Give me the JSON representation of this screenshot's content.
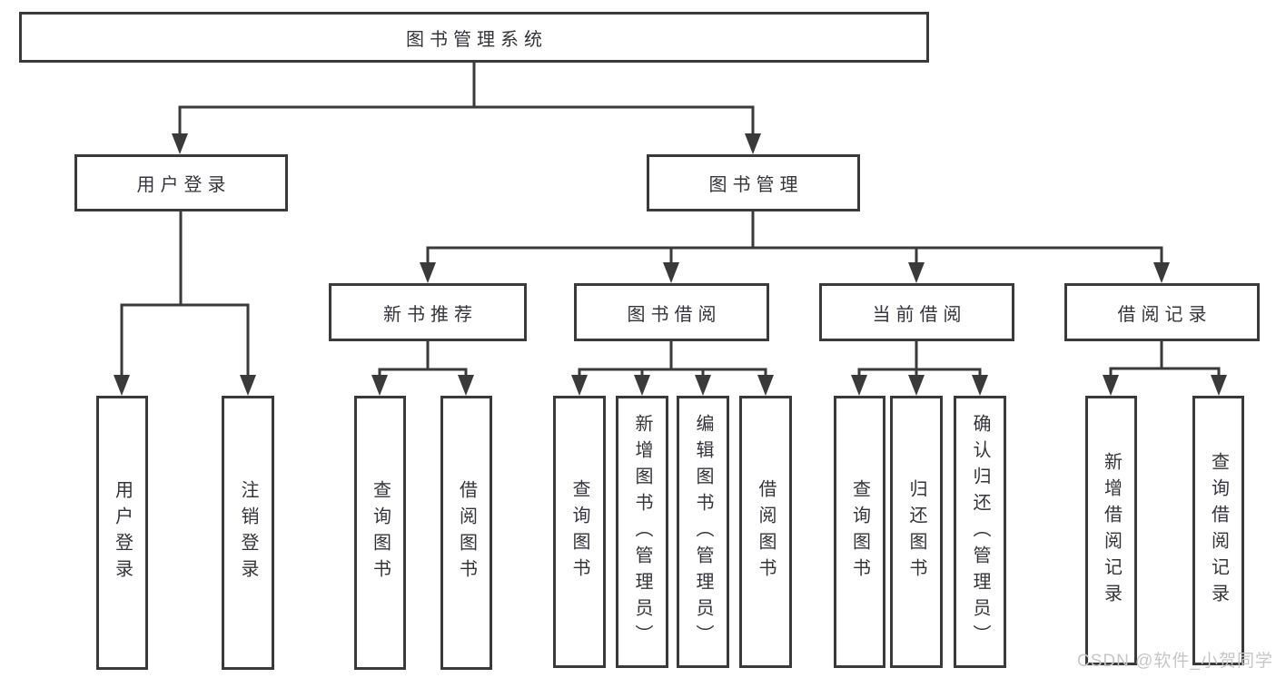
{
  "diagram_type": "hierarchy-tree",
  "colors": {
    "line": "#3a3a3a",
    "box_border": "#3a3a3a",
    "text": "#34343a",
    "watermark": "#c6c6c6",
    "background": "#ffffff"
  },
  "tree": {
    "root": {
      "label": "图书管理系统"
    },
    "branches": [
      {
        "label": "用户登录",
        "children": [
          {
            "label": "用户登录"
          },
          {
            "label": "注销登录"
          }
        ]
      },
      {
        "label": "图书管理",
        "children": [
          {
            "label": "新书推荐",
            "children": [
              {
                "label": "查询图书"
              },
              {
                "label": "借阅图书"
              }
            ]
          },
          {
            "label": "图书借阅",
            "children": [
              {
                "label": "查询图书"
              },
              {
                "label": "新增图书（管理员）"
              },
              {
                "label": "编辑图书（管理员）"
              },
              {
                "label": "借阅图书"
              }
            ]
          },
          {
            "label": "当前借阅",
            "children": [
              {
                "label": "查询图书"
              },
              {
                "label": "归还图书"
              },
              {
                "label": "确认归还（管理员）"
              }
            ]
          },
          {
            "label": "借阅记录",
            "children": [
              {
                "label": "新增借阅记录"
              },
              {
                "label": "查询借阅记录"
              }
            ]
          }
        ]
      }
    ]
  },
  "watermark": {
    "text": "CSDN @软件_小贺同学"
  }
}
